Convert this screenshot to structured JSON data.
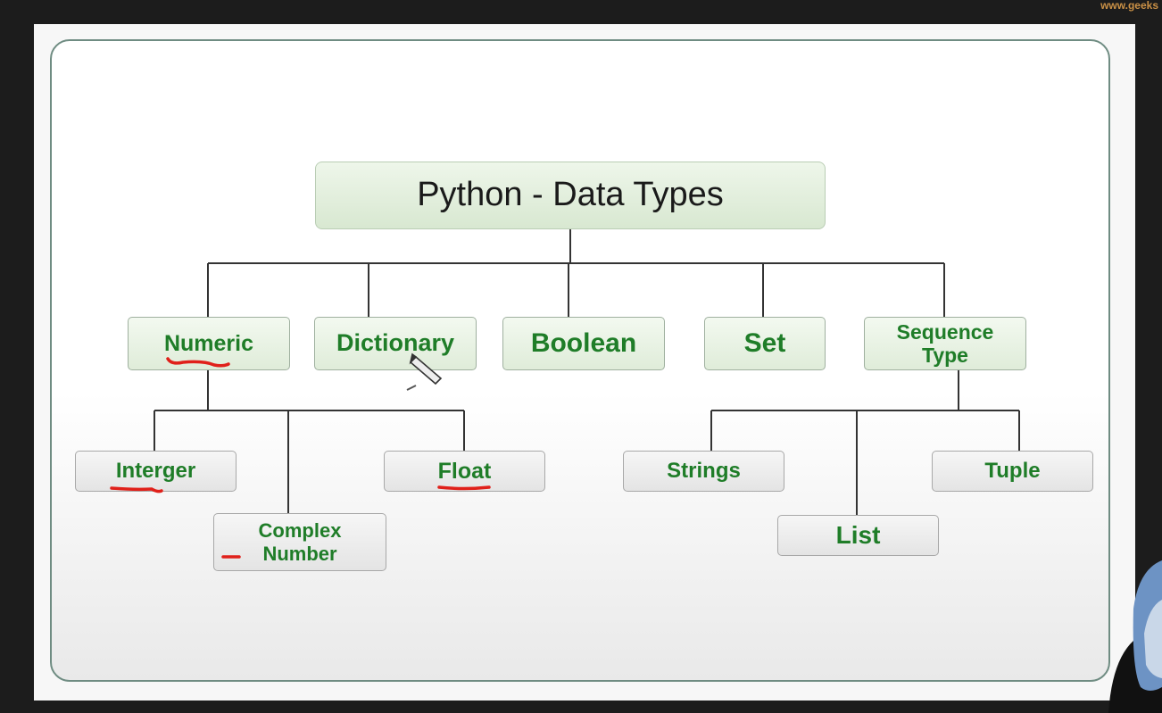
{
  "watermark": "www.geeks",
  "diagram": {
    "title": "Python - Data Types",
    "categories": {
      "numeric": "Numeric",
      "dictionary": "Dictionary",
      "boolean": "Boolean",
      "set": "Set",
      "sequence_type": [
        "Sequence",
        "Type"
      ]
    },
    "numeric_children": {
      "integer": "Interger",
      "complex_number": [
        "Complex",
        "Number"
      ],
      "float": "Float"
    },
    "sequence_children": {
      "strings": "Strings",
      "list": "List",
      "tuple": "Tuple"
    }
  },
  "colors": {
    "node_text": "#1f7d28",
    "connector": "#333333",
    "annotation": "#e0201a",
    "frame_border": "#6f8c82"
  }
}
